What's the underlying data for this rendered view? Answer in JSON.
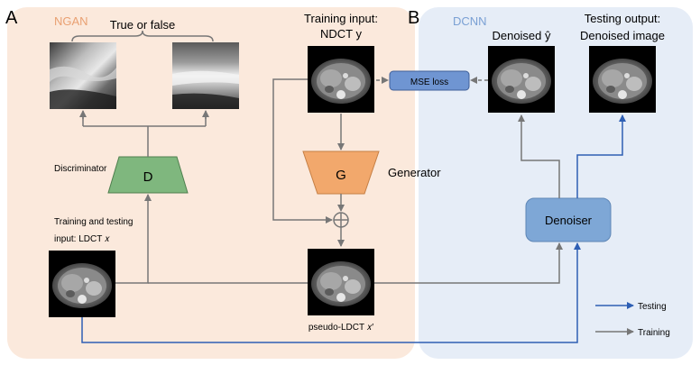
{
  "panels": {
    "a": {
      "letter": "A",
      "name": "NGAN",
      "bg": "#fbe9dc",
      "title_color": "#e9a072"
    },
    "b": {
      "letter": "B",
      "name": "DCNN",
      "bg": "#e6edf7",
      "title_color": "#7aa0d4"
    }
  },
  "labels": {
    "true_or_false": "True or false",
    "training_input_1": "Training input:",
    "training_input_2": "NDCT y",
    "mse_loss": "MSE loss",
    "denoised_y": "Denoised ŷ",
    "testing_output_1": "Testing output:",
    "testing_output_2": "Denoised image",
    "discriminator": "Discriminator",
    "d": "D",
    "g": "G",
    "generator": "Generator",
    "denoiser": "Denoiser",
    "train_test_input_1": "Training and testing",
    "train_test_input_2": "input: LDCT 𝑥",
    "pseudo_ldct": "pseudo-LDCT 𝑥′",
    "plus": "+"
  },
  "legend": {
    "testing": "Testing",
    "training": "Training",
    "testing_color": "#2e5fb4",
    "training_color": "#777777"
  },
  "colors": {
    "discriminator_fill": "#7fb77e",
    "generator_fill": "#f2a86c",
    "mse_fill": "#6f95d2",
    "denoiser_fill": "#7ea7d6"
  }
}
